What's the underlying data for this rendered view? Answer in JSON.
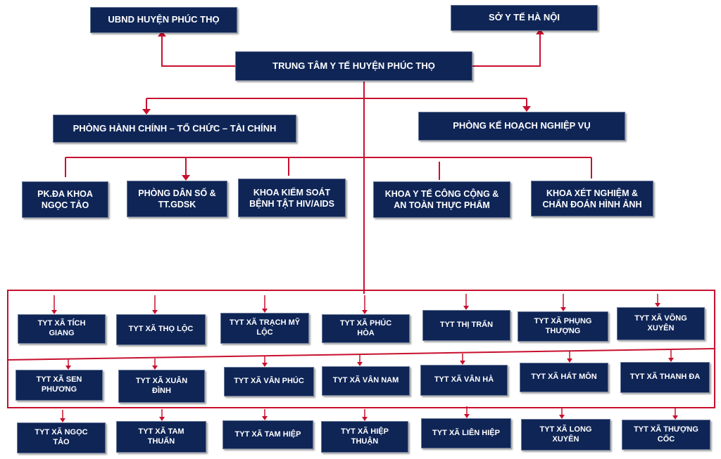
{
  "top": {
    "ubnd": "UBND HUYỆN PHÚC THỌ",
    "soyte": "SỞ Y TẾ HÀ NỘI",
    "center": "TRUNG TÂM Y TẾ HUYỆN PHÚC THỌ"
  },
  "departments": {
    "hanh_chinh": "PHÒNG HÀNH CHÍNH – TỔ CHỨC – TÀI CHÍNH",
    "ke_hoach": "PHÒNG KẾ HOẠCH NGHIỆP VỤ"
  },
  "units": [
    "PK.ĐA KHOA\nNGỌC TẢO",
    "PHÒNG DÂN SỐ &\nTT.GDSK",
    "KHOA KIỂM SOÁT\nBỆNH TẬT HIV/AIDS",
    "KHOA Y TẾ CÔNG CỘNG &\nAN TOÀN THỰC PHẨM",
    "KHOA XÉT NGHIỆM &\nCHẨN ĐOÁN HÌNH ẢNH"
  ],
  "stations": {
    "row1": [
      "TYT XÃ TÍCH\nGIANG",
      "TYT XÃ THỌ LỘC",
      "TYT XÃ TRẠCH MỸ\nLỘC",
      "TYT XÃ PHÚC\nHÒA",
      "TYT THỊ TRẤN",
      "TYT XÃ PHỤNG\nTHƯỢNG",
      "TYT XÃ VÕNG\nXUYÊN"
    ],
    "row2": [
      "TYT XÃ SEN\nPHƯƠNG",
      "TYT XÃ XUÂN\nĐÌNH",
      "TYT XÃ VÂN PHÚC",
      "TYT XÃ VÂN NAM",
      "TYT XÃ VÂN HÀ",
      "TYT XÃ HÁT MÔN",
      "TYT XÃ THANH ĐA"
    ],
    "row3": [
      "TYT XÃ NGỌC\nTẢO",
      "TYT XÃ TAM\nTHUẤN",
      "TYT XÃ TAM HIỆP",
      "TYT XÃ HIỆP\nTHUẬN",
      "TYT XÃ LIÊN HIỆP",
      "TYT XÃ LONG\nXUYÊN",
      "TYT XÃ THƯỢNG\nCỐC"
    ]
  },
  "colors": {
    "box": "#0f2556",
    "line": "#c8102e",
    "text": "#ffffff"
  }
}
